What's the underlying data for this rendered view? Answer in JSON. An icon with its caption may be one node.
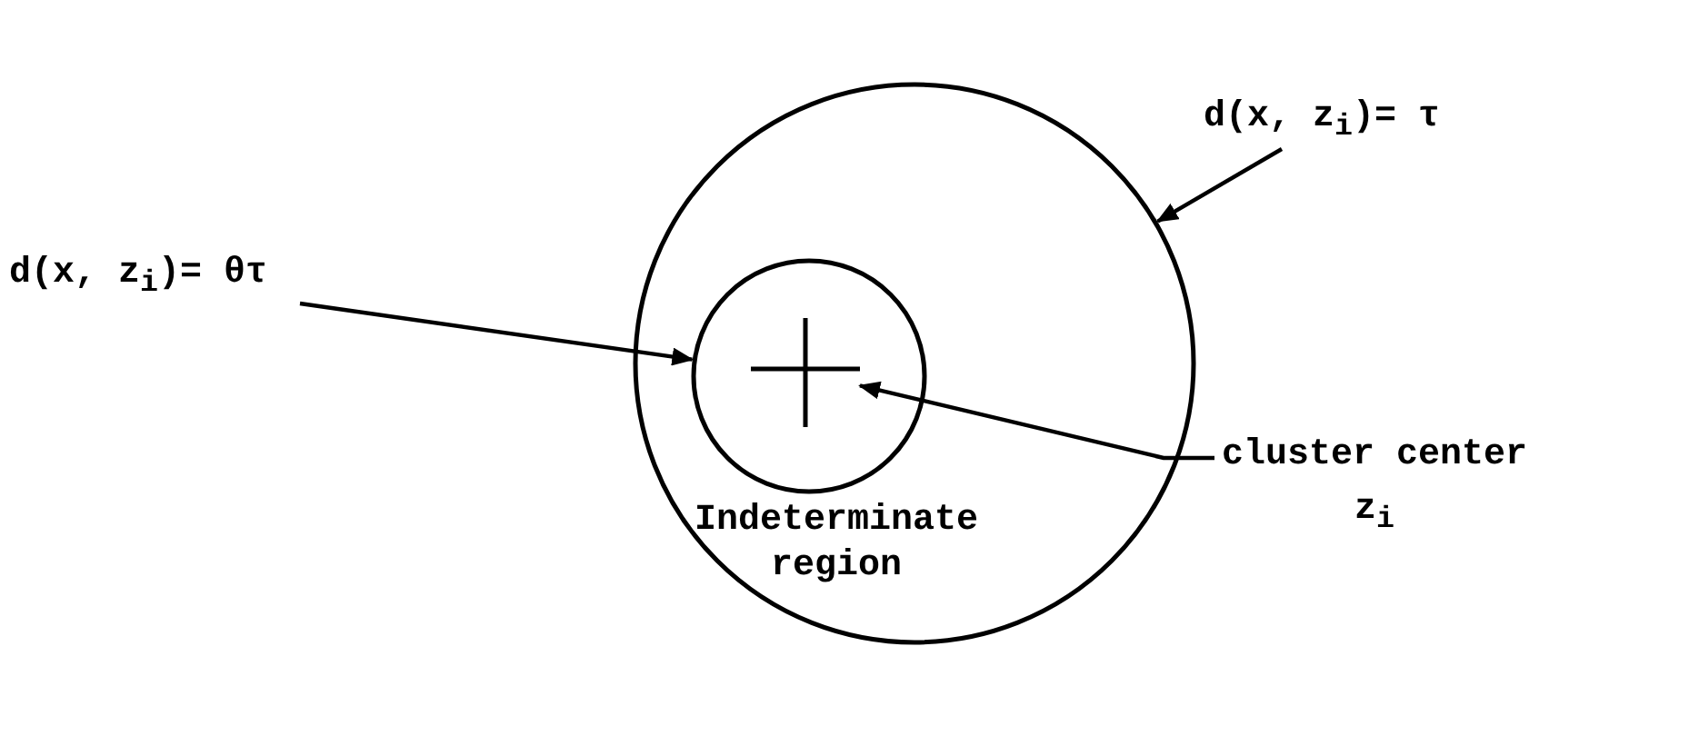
{
  "diagram": {
    "nodes": [
      {
        "text": [],
        "shape": "circle"
      },
      {
        "text": [],
        "shape": "circle",
        "in": 0
      },
      {
        "text": [],
        "shape": "cross",
        "in": 1
      },
      {
        "text": [
          "d(x, z$_{i}$)= θτ"
        ]
      },
      {
        "text": [
          "d(x, z$_{i}$)= τ"
        ]
      },
      {
        "text": [
          "cluster center z$_{i}$"
        ]
      }
    ],
    "edges": [
      {
        "from": 3,
        "to": 1,
        "arrow": "to"
      },
      {
        "from": 4,
        "to": 0,
        "arrow": "to"
      },
      {
        "from": 5,
        "to": 2,
        "arrow": "to"
      }
    ],
    "labels": [
      "Indeterminate region"
    ]
  }
}
